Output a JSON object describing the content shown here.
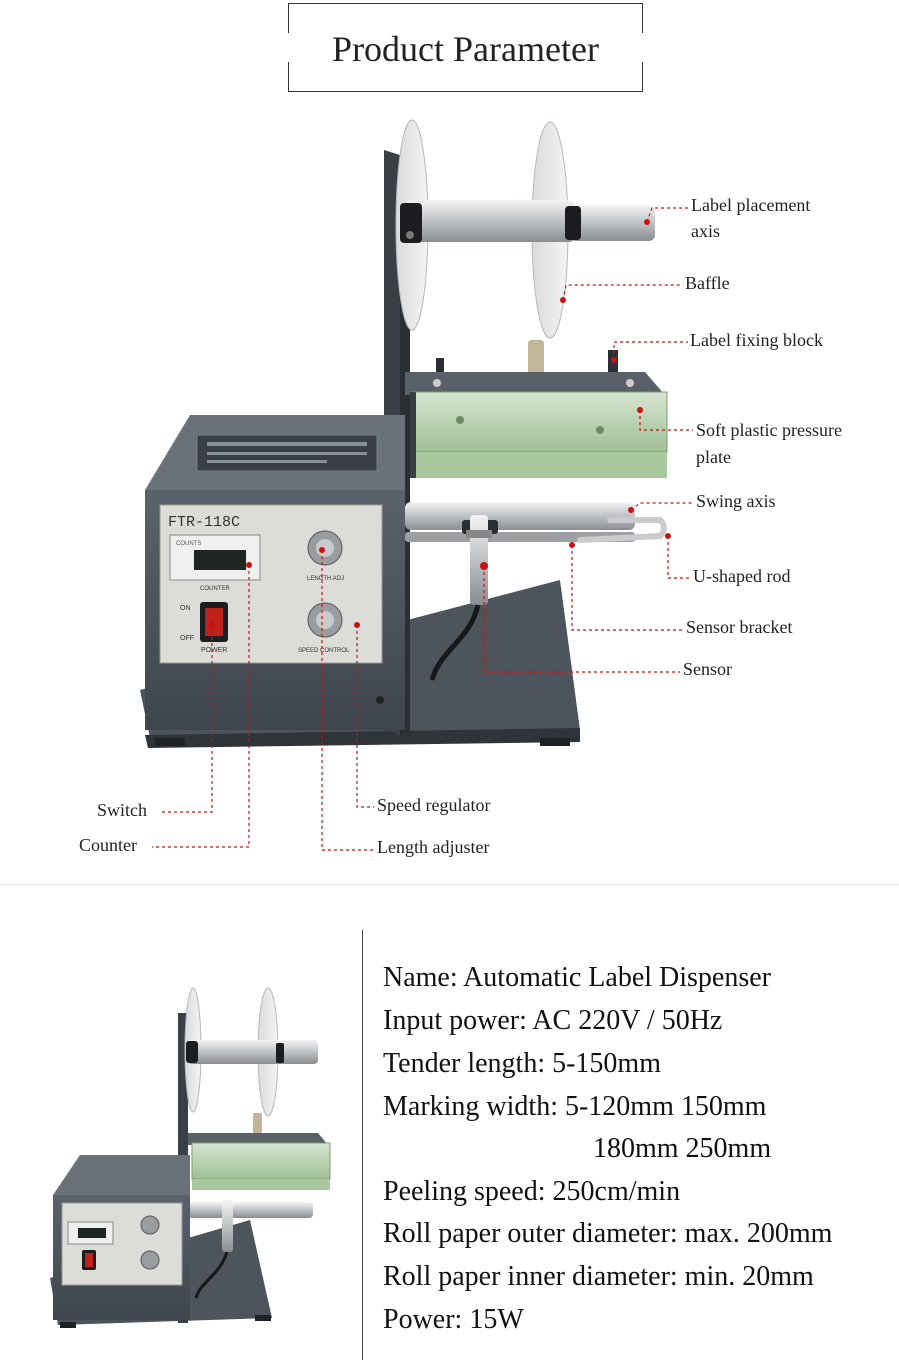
{
  "title": "Product Parameter",
  "labels": {
    "label_placement_axis_line1": "Label placement",
    "label_placement_axis_line2": "axis",
    "baffle": "Baffle",
    "label_fixing_block": "Label fixing block",
    "soft_plastic_line1": "Soft plastic pressure",
    "soft_plastic_line2": "plate",
    "swing_axis": "Swing axis",
    "u_shaped_rod": "U-shaped rod",
    "sensor_bracket": "Sensor bracket",
    "sensor": "Sensor",
    "switch": "Switch",
    "counter": "Counter",
    "speed_regulator": "Speed regulator",
    "length_adjuster": "Length adjuster"
  },
  "panel": {
    "model": "FTR-118C",
    "counts": "COUNTS",
    "counter": "COUNTER",
    "on": "ON",
    "off": "OFF",
    "power": "POWER",
    "length_adj": "LENGTH ADJ",
    "speed_control": "SPEED CONTROL"
  },
  "specs": {
    "name": "Name: Automatic Label Dispenser",
    "input_power": "Input power: AC 220V / 50Hz",
    "tender_length": "Tender length: 5-150mm",
    "marking_width_line1": "Marking width: 5-120mm 150mm",
    "marking_width_line2": "180mm 250mm",
    "peeling_speed": "Peeling speed: 250cm/min",
    "outer_diameter": "Roll paper outer diameter: max. 200mm",
    "inner_diameter": "Roll paper inner diameter: min. 20mm",
    "power": "Power: 15W"
  },
  "colors": {
    "callout": "#cc1111",
    "body": "#4a5058",
    "plate": "#b9d4b4"
  }
}
